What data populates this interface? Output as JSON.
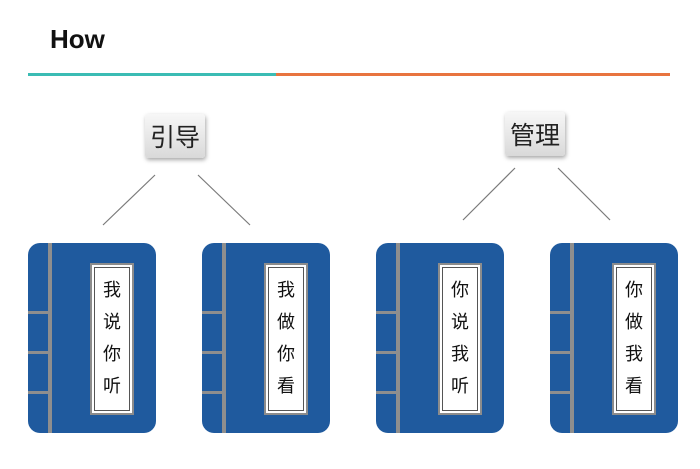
{
  "header": {
    "title": "How"
  },
  "colors": {
    "accent_teal": "#3bbcb4",
    "accent_orange": "#e8743f",
    "book_blue": "#1f5a9e",
    "spine_gray": "#8e8e8e"
  },
  "categories": [
    {
      "label": "引导"
    },
    {
      "label": "管理"
    }
  ],
  "books": [
    {
      "chars": [
        "我",
        "说",
        "你",
        "听"
      ]
    },
    {
      "chars": [
        "我",
        "做",
        "你",
        "看"
      ]
    },
    {
      "chars": [
        "你",
        "说",
        "我",
        "听"
      ]
    },
    {
      "chars": [
        "你",
        "做",
        "我",
        "看"
      ]
    }
  ]
}
